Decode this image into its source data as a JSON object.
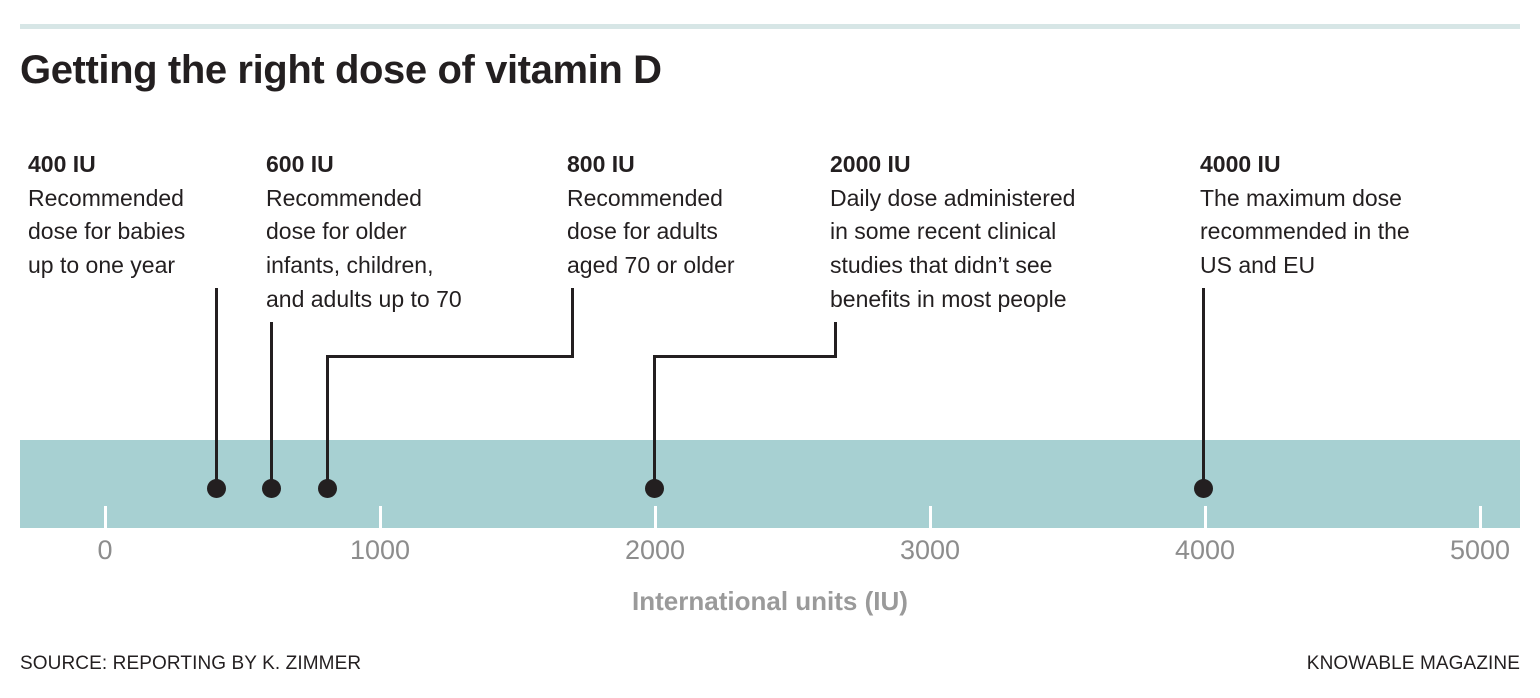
{
  "title": "Getting the right dose of vitamin D",
  "colors": {
    "band": "#a7d0d2",
    "rule": "#d7e6e6",
    "ink": "#231f20",
    "axis_gray": "#8d8d8d"
  },
  "annotations": [
    {
      "dose": "400 IU",
      "desc": "Recommended\ndose for babies\nup to one year",
      "value": 400
    },
    {
      "dose": "600 IU",
      "desc": "Recommended\ndose for older\ninfants, children,\nand adults up to 70",
      "value": 600
    },
    {
      "dose": "800 IU",
      "desc": "Recommended\ndose for adults\naged 70 or older",
      "value": 800
    },
    {
      "dose": "2000 IU",
      "desc": "Daily dose administered\nin some recent clinical\nstudies that didn’t see\nbenefits in most people",
      "value": 2000
    },
    {
      "dose": "4000 IU",
      "desc": "The maximum dose\nrecommended in the\nUS and EU",
      "value": 4000
    }
  ],
  "axis": {
    "title": "International units (IU)",
    "ticks": [
      "0",
      "1000",
      "2000",
      "3000",
      "4000",
      "5000"
    ]
  },
  "footer": {
    "source": "SOURCE: REPORTING BY K. ZIMMER",
    "brand": "KNOWABLE MAGAZINE"
  },
  "chart_data": {
    "type": "scatter",
    "title": "Getting the right dose of vitamin D",
    "xlabel": "International units (IU)",
    "ylabel": "",
    "xlim": [
      -382,
      5073
    ],
    "x_ticks": [
      0,
      1000,
      2000,
      3000,
      4000,
      5000
    ],
    "grid": false,
    "legend": "none",
    "categories": [
      "400 IU",
      "600 IU",
      "800 IU",
      "2000 IU",
      "4000 IU"
    ],
    "values": [
      400,
      600,
      800,
      2000,
      4000
    ],
    "annotations": [
      "400 IU — Recommended dose for babies up to one year",
      "600 IU — Recommended dose for older infants, children, and adults up to 70",
      "800 IU — Recommended dose for adults aged 70 or older",
      "2000 IU — Daily dose administered in some recent clinical studies that didn’t see benefits in most people",
      "4000 IU — The maximum dose recommended in the US and EU"
    ]
  }
}
